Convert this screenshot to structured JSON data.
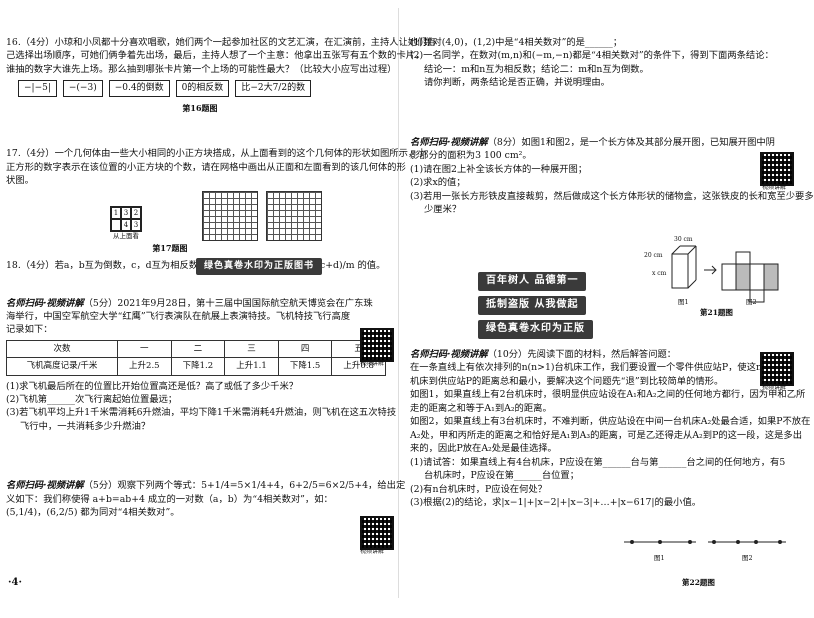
{
  "left": {
    "q16": {
      "l1": "16.（4分）小琼和小凤都十分喜欢唱歌，她们两个一起参加社区的文艺汇演，在汇演前，主持人让她们自",
      "l2": "己选择出场顺序，可她们俩争着先出场，最后，主持人想了一个主意：他拿出五张写有五个数的卡片，",
      "l3": "谁抽的数字大谁先上场。那么抽到哪张卡片第一个上场的可能性最大？（比较大小应写出过程）",
      "cards": [
        "−|−5|",
        "−(−3)",
        "−0.4的倒数",
        "0的相反数",
        "比−2大7/2的数"
      ],
      "caption": "第16题图"
    },
    "q17": {
      "l1": "17.（4分）一个几何体由一些大小相同的小正方块搭成，从上面看到的这个几何体的形状如图所示，小",
      "l2": "正方形的数字表示在该位置的小正方块的个数，请在网格中画出从正面和左面看到的该几何体的形",
      "l3": "状图。",
      "top_view_cells": [
        "1",
        "3",
        "2",
        "",
        "4",
        "3"
      ],
      "top_view_label": "从上面看",
      "caption": "第17题图"
    },
    "q18": {
      "l1": "18.（4分）若a，b互为倒数，c，d互为相反数，m的绝对值是3，求 m² + (c+d)/m 的值。"
    },
    "q19": {
      "tag": "名师扫码·视频讲解",
      "l1": "（5分）2021年9月28日，第十三届中国国际航空航天博览会在广东珠",
      "l2": "海举行，中国空军航空大学“红鹰”飞行表演队在航展上表演特技。飞机特技飞行高度",
      "l3": "记录如下：",
      "table_head": [
        "次数",
        "一",
        "二",
        "三",
        "四",
        "五"
      ],
      "table_row": [
        "飞机高度记录/千米",
        "上升2.5",
        "下降1.2",
        "上升1.1",
        "下降1.5",
        "上升0.8"
      ],
      "s1": "(1)求飞机最后所在的位置比开始位置高还是低？高了或低了多少千米？",
      "s2": "(2)飞机第______次飞行离起始位置最远；",
      "s3": "(3)若飞机平均上升1千米需消耗6升燃油，平均下降1千米需消耗4升燃油，则飞机在这五次特技",
      "s4": "飞行中，一共消耗多少升燃油？",
      "qr_label": "视频讲解"
    },
    "q20": {
      "tag": "名师扫码·视频讲解",
      "l1": "（5分）观察下列两个等式：5+1/4=5×1/4+4，6+2/5=6×2/5+4，给出定",
      "l2": "义如下：我们称使得 a+b=ab+4 成立的一对数（a，b）为“4相关数对”，如：",
      "l3": "(5,1/4)，(6,2/5) 都为同对“4相关数对”。",
      "qr_label": "视频讲解"
    },
    "page_number": "·4·"
  },
  "right": {
    "q20b": {
      "s1": "(1)数对(4,0)，(1,2)中是“4相关数对”的是______；",
      "s2": "(2)一名同学，在数对(m,n)和(−m,−n)都是“4相关数对”的条件下，得到下面两条结论：",
      "s3": "结论一：m和n互为相反数；结论二：m和n互为倒数。",
      "s4": "请你判断，两条结论是否正确，并说明理由。"
    },
    "q21": {
      "tag": "名师扫码·视频讲解",
      "l1": "（8分）如图1和图2，是一个长方体及其部分展开图，已知展开图中阴",
      "l2": "影部分的面积为3 100 cm²。",
      "s1": "(1)请在图2上补全该长方体的一种展开图；",
      "s2": "(2)求x的值；",
      "s3": "(3)若用一张长方形铁皮直接裁剪，然后做成这个长方体形状的储物盒，这张铁皮的长和宽至少要多",
      "s4": "少厘米？",
      "dim_top": "30 cm",
      "dim_left": "20 cm",
      "dim_x": "x cm",
      "fig1": "图1",
      "fig2": "图2",
      "caption": "第21题图",
      "qr_label": "视频讲解"
    },
    "q22": {
      "tag": "名师扫码·视频讲解",
      "l1": "（10分）先阅读下面的材料，然后解答问题：",
      "l2": "在一条直线上有依次排列的n(n>1)台机床工作，我们要设置一个零件供应站P，使这n台",
      "l3": "机床到供应站P的距离总和最小，要解决这个问题先“退”到比较简单的情形。",
      "l4": "如图1，如果直线上有2台机床时，很明显供应站设在A₁和A₂之间的任何地方都行，因为甲和乙所",
      "l5": "走的距离之和等于A₁到A₂的距离。",
      "l6": "如图2，如果直线上有3台机床时，不难判断，供应站设在中间一台机床A₂处最合适，如果P不放在",
      "l7": "A₂处，甲和丙所走的距离之和恰好是A₁到A₃的距离，可是乙还得走从A₂到P的这一段，这是多出",
      "l8": "来的，因此P放在A₂处是最佳选择。",
      "s1": "(1)请试答：如果直线上有4台机床，P应设在第______台与第______台之间的任何地方，有5",
      "s2": "台机床时，P应设在第______台位置；",
      "s3": "(2)有n台机床时，P应设在何处？",
      "s4": "(3)根据(2)的结论，求|x−1|+|x−2|+|x−3|+…+|x−617|的最小值。",
      "fig1": "图1",
      "fig2": "图2",
      "caption": "第22题图",
      "qr_label": "视频讲解"
    }
  },
  "watermark": {
    "l1": "绿色真卷水印为正版图书",
    "b1": "百年树人  品德第一",
    "b2": "抵制盗版  从我做起",
    "b3": "绿色真卷水印为正版"
  }
}
